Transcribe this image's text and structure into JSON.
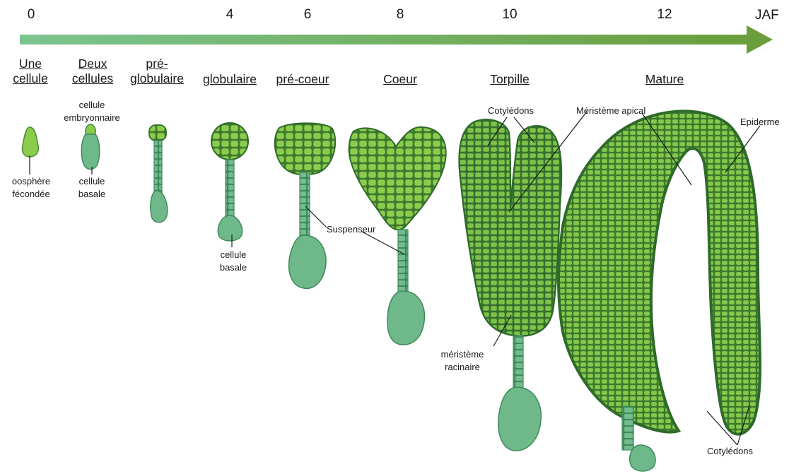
{
  "axis": {
    "ticks": [
      "0",
      "4",
      "6",
      "8",
      "10",
      "12"
    ],
    "unit": "JAF"
  },
  "stages": [
    "Une\ncellule",
    "Deux\ncellules",
    "pré-\nglobulaire",
    "globulaire",
    "pré-coeur",
    "Coeur",
    "Torpille",
    "Mature"
  ],
  "annotations": {
    "oosphere": "oosphère\nfécondée",
    "cellule_embryonnaire": "cellule\nembryonnaire",
    "cellule_basale_1": "cellule\nbasale",
    "cellule_basale_2": "cellule\nbasale",
    "suspenseur": "Suspenseur",
    "cotyledons_top": "Cotylédons",
    "meristeme_apical": "Méristème apical",
    "epiderme": "Epiderme",
    "meristeme_racinaire": "méristème\nracinaire",
    "cotyledons_bottom": "Cotylédons"
  },
  "colors": {
    "arrow_start": "#7cc48f",
    "arrow_end": "#6a9e3c",
    "cell_light": "#8ccc4c",
    "cell_dark": "#3d7a2f",
    "suspensor": "#6fb88a",
    "outline": "#2e6b2a"
  }
}
